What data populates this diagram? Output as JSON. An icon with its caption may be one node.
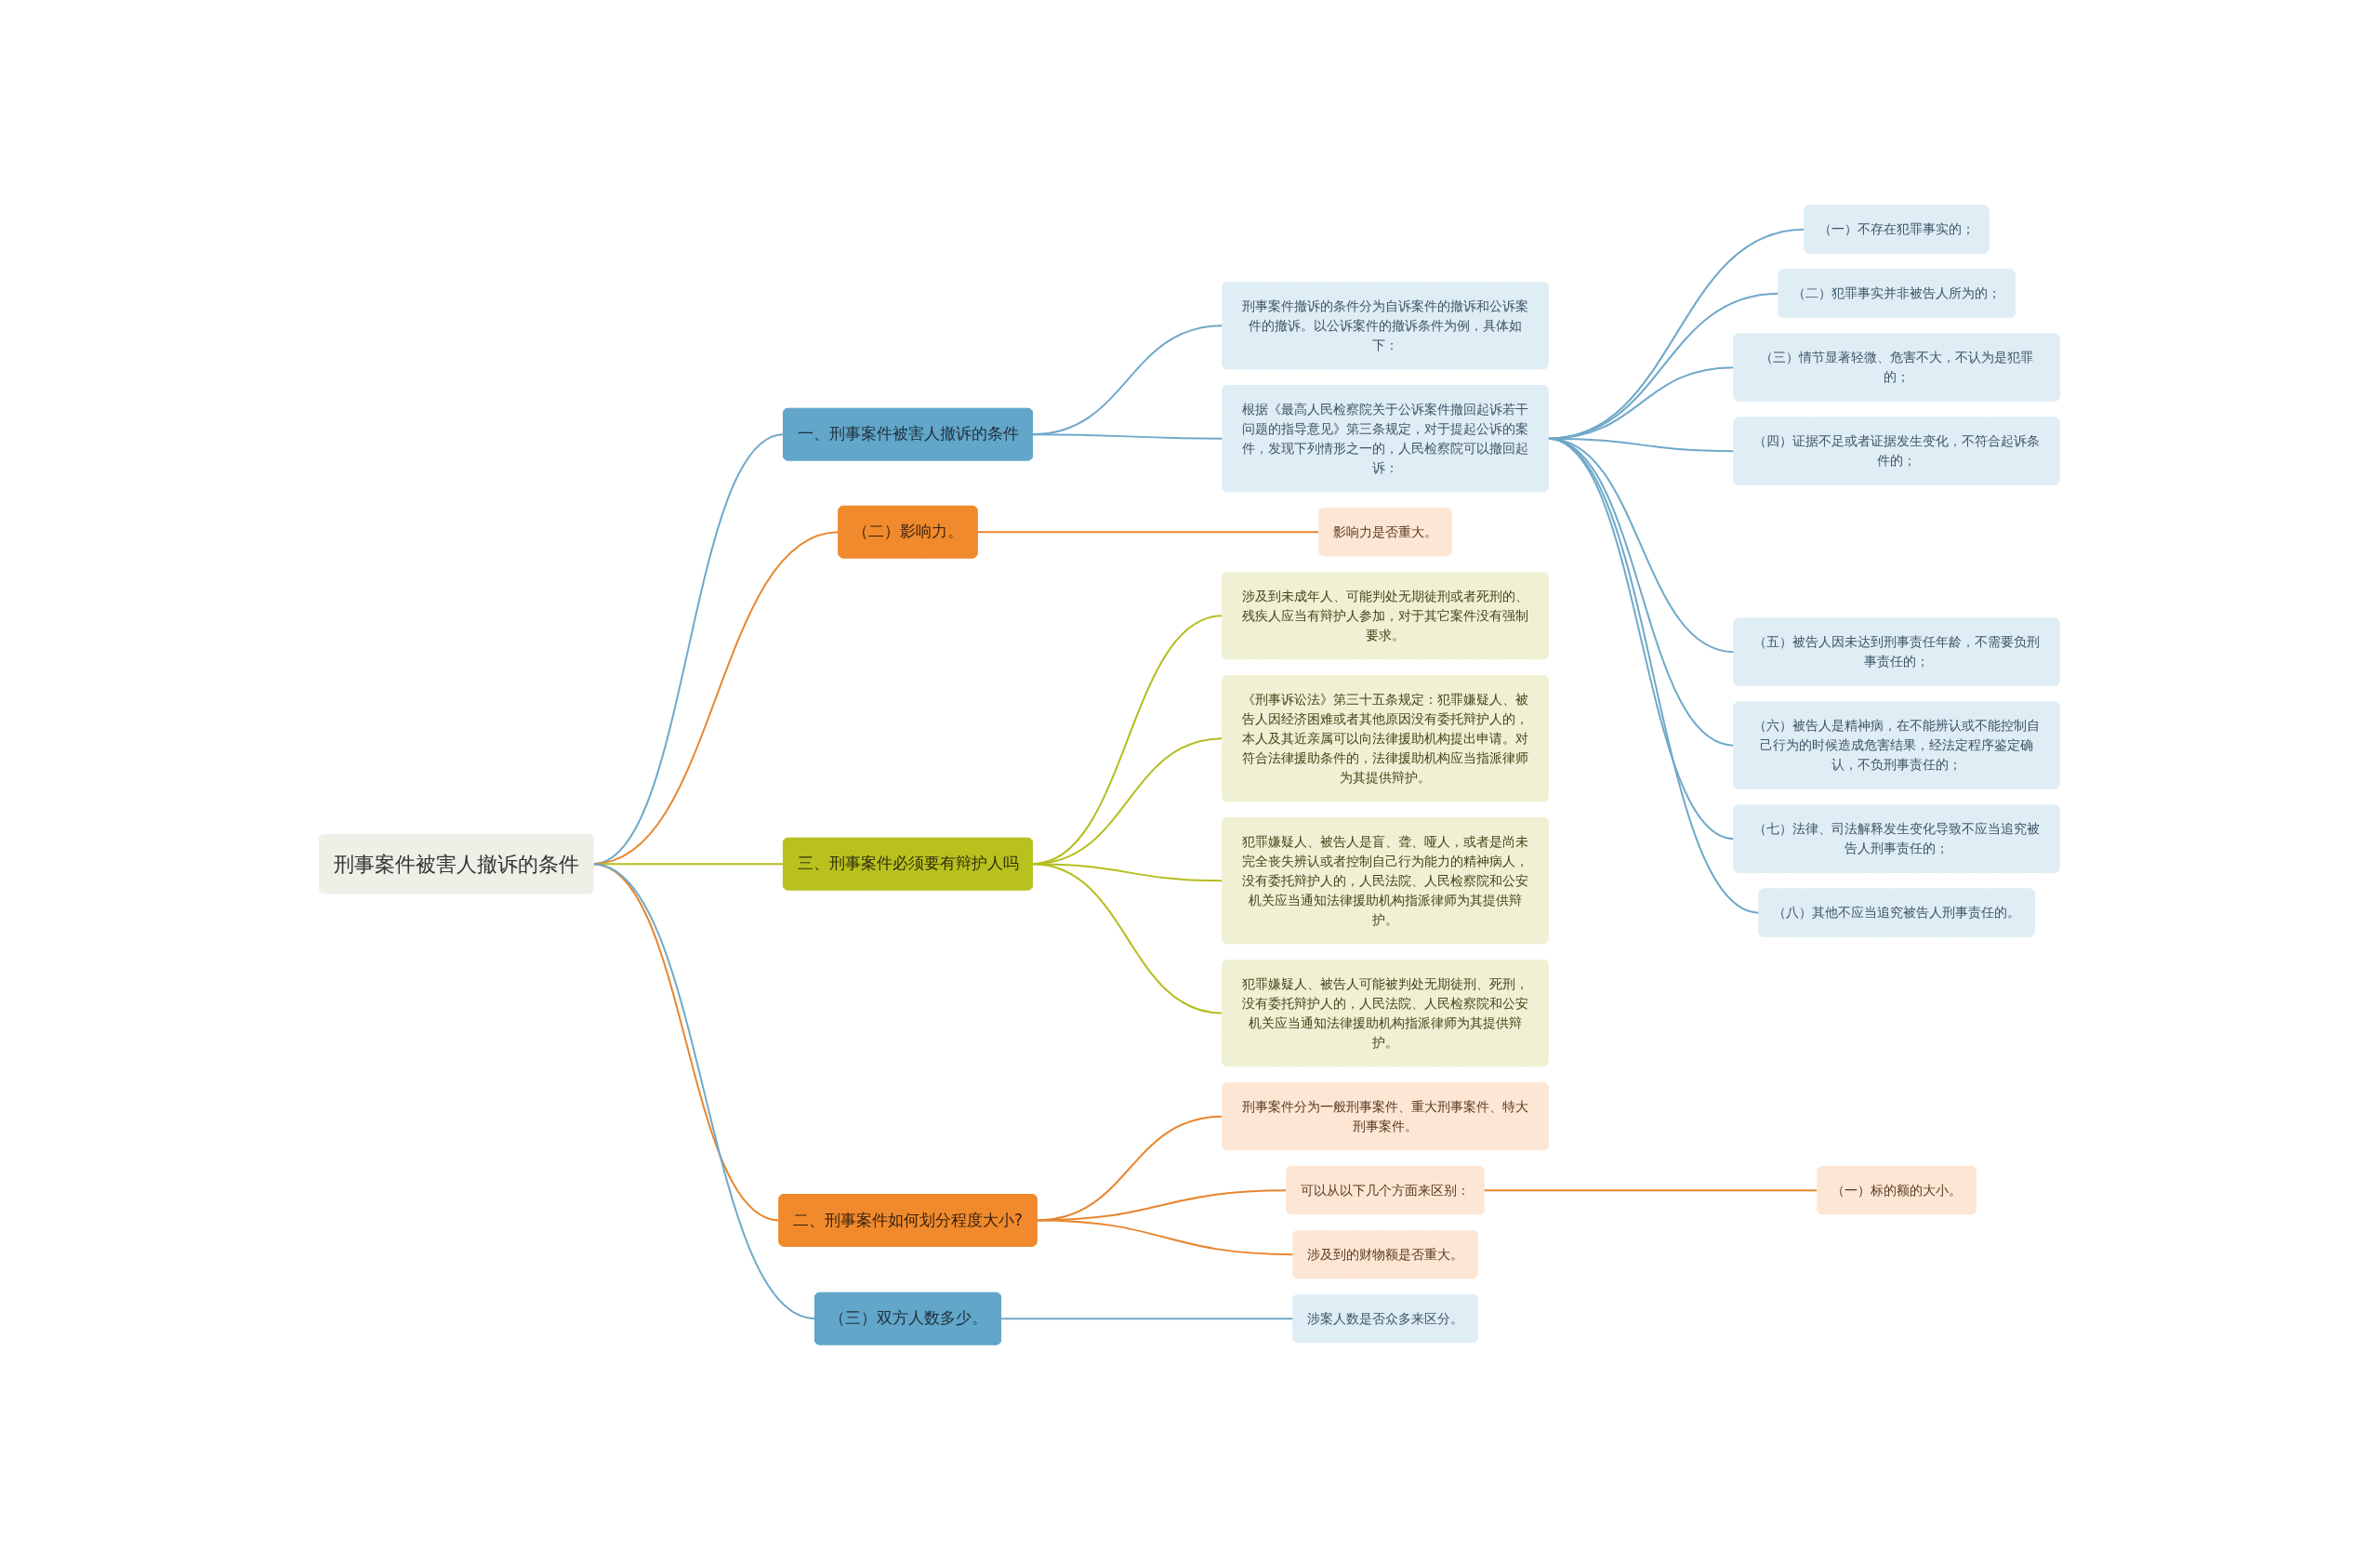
{
  "diagram": {
    "nodes": [
      {
        "text": [
          "刑事案件被害人撤诉的条件"
        ]
      },
      {
        "text": [
          "一、刑事案件被害人撤诉的条件"
        ]
      },
      {
        "text": [
          "刑事案件撤诉的条件分为自诉案件的撤诉和公诉案件的撤诉。以公诉案件的撤诉条件为例，具体如下："
        ]
      },
      {
        "text": [
          "根据《最高人民检察院关于公诉案件撤回起诉若干问题的指导意见》第三条规定，对于提起公诉的案件，发现下列情形之一的，人民检察院可以撤回起诉："
        ]
      },
      {
        "text": [
          "（一）不存在犯罪事实的；"
        ]
      },
      {
        "text": [
          "（二）犯罪事实并非被告人所为的；"
        ]
      },
      {
        "text": [
          "（三）情节显著轻微、危害不大，不认为是犯罪的；"
        ]
      },
      {
        "text": [
          "（四）证据不足或者证据发生变化，不符合起诉条件的；"
        ]
      },
      {
        "text": [
          "（五）被告人因未达到刑事责任年龄，不需要负刑事责任的；"
        ]
      },
      {
        "text": [
          "（六）被告人是精神病，在不能辨认或不能控制自己行为的时候造成危害结果，经法定程序鉴定确认，不负刑事责任的；"
        ]
      },
      {
        "text": [
          "（七）法律、司法解释发生变化导致不应当追究被告人刑事责任的；"
        ]
      },
      {
        "text": [
          "（八）其他不应当追究被告人刑事责任的。"
        ]
      },
      {
        "text": [
          "（二）影响力。"
        ]
      },
      {
        "text": [
          "影响力是否重大。"
        ]
      },
      {
        "text": [
          "三、刑事案件必须要有辩护人吗"
        ]
      },
      {
        "text": [
          "涉及到未成年人、可能判处无期徒刑或者死刑的、残疾人应当有辩护人参加，对于其它案件没有强制要求。"
        ]
      },
      {
        "text": [
          "《刑事诉讼法》第三十五条规定：犯罪嫌疑人、被告人因经济困难或者其他原因没有委托辩护人的，本人及其近亲属可以向法律援助机构提出申请。对符合法律援助条件的，法律援助机构应当指派律师为其提供辩护。"
        ]
      },
      {
        "text": [
          "犯罪嫌疑人、被告人是盲、聋、哑人，或者是尚未完全丧失辨认或者控制自己行为能力的精神病人，没有委托辩护人的，人民法院、人民检察院和公安机关应当通知法律援助机构指派律师为其提供辩护。"
        ]
      },
      {
        "text": [
          "犯罪嫌疑人、被告人可能被判处无期徒刑、死刑，没有委托辩护人的，人民法院、人民检察院和公安机关应当通知法律援助机构指派律师为其提供辩护。"
        ]
      },
      {
        "text": [
          "二、刑事案件如何划分程度大小?"
        ]
      },
      {
        "text": [
          "刑事案件分为一般刑事案件、重大刑事案件、特大刑事案件。"
        ]
      },
      {
        "text": [
          "可以从以下几个方面来区别："
        ]
      },
      {
        "text": [
          "（一）标的额的大小。"
        ]
      },
      {
        "text": [
          "涉及到的财物额是否重大。"
        ]
      },
      {
        "text": [
          "（三）双方人数多少。"
        ]
      },
      {
        "text": [
          "涉案人数是否众多来区分。"
        ]
      }
    ],
    "edges": [
      {
        "from": 0,
        "to": 1,
        "arrow": "none"
      },
      {
        "from": 1,
        "to": 2,
        "arrow": "none"
      },
      {
        "from": 1,
        "to": 3,
        "arrow": "none"
      },
      {
        "from": 3,
        "to": 4,
        "arrow": "none"
      },
      {
        "from": 3,
        "to": 5,
        "arrow": "none"
      },
      {
        "from": 3,
        "to": 6,
        "arrow": "none"
      },
      {
        "from": 3,
        "to": 7,
        "arrow": "none"
      },
      {
        "from": 3,
        "to": 8,
        "arrow": "none"
      },
      {
        "from": 3,
        "to": 9,
        "arrow": "none"
      },
      {
        "from": 3,
        "to": 10,
        "arrow": "none"
      },
      {
        "from": 3,
        "to": 11,
        "arrow": "none"
      },
      {
        "from": 0,
        "to": 12,
        "arrow": "none",
        "color": "#e8862e"
      },
      {
        "from": 12,
        "to": 13,
        "arrow": "none",
        "color": "#e8862e"
      },
      {
        "from": 0,
        "to": 14,
        "arrow": "none",
        "color": "#b5bd1e"
      },
      {
        "from": 14,
        "to": 15,
        "arrow": "none",
        "color": "#b5bd1e"
      },
      {
        "from": 14,
        "to": 16,
        "arrow": "none",
        "color": "#b5bd1e"
      },
      {
        "from": 14,
        "to": 17,
        "arrow": "none",
        "color": "#b5bd1e"
      },
      {
        "from": 14,
        "to": 18,
        "arrow": "none",
        "color": "#b5bd1e"
      },
      {
        "from": 0,
        "to": 19,
        "arrow": "none",
        "color": "#e8862e"
      },
      {
        "from": 19,
        "to": 20,
        "arrow": "none",
        "color": "#e8862e"
      },
      {
        "from": 19,
        "to": 21,
        "arrow": "none",
        "color": "#e8862e"
      },
      {
        "from": 21,
        "to": 22,
        "arrow": "none",
        "color": "#e8862e"
      },
      {
        "from": 19,
        "to": 23,
        "arrow": "none",
        "color": "#e8862e"
      },
      {
        "from": 0,
        "to": 24,
        "arrow": "none"
      },
      {
        "from": 24,
        "to": 25,
        "arrow": "none"
      }
    ]
  }
}
